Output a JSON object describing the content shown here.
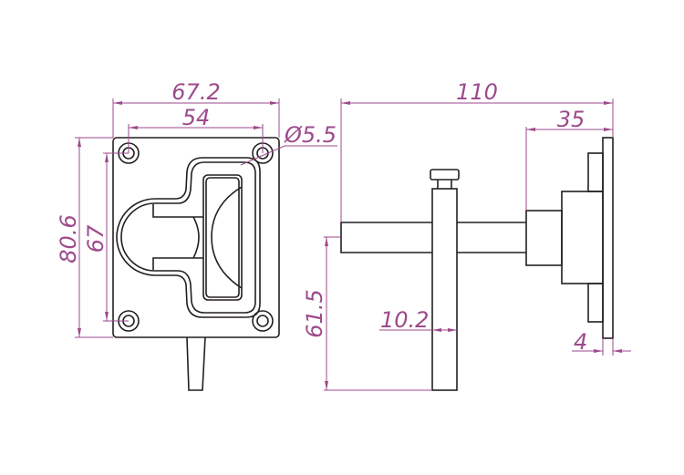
{
  "colors": {
    "outline": "#231f20",
    "dimension": "#9d4a8c"
  },
  "front_view": {
    "dims": {
      "overall_width": "67.2",
      "hole_spacing_x": "54",
      "hole_diameter": "Ø5.5",
      "overall_height": "80.6",
      "hole_spacing_y": "67"
    }
  },
  "side_view": {
    "dims": {
      "overall_depth": "110",
      "flange_depth": "35",
      "shaft_height": "61.5",
      "bar_width": "10.2",
      "plate_thickness": "4"
    }
  }
}
